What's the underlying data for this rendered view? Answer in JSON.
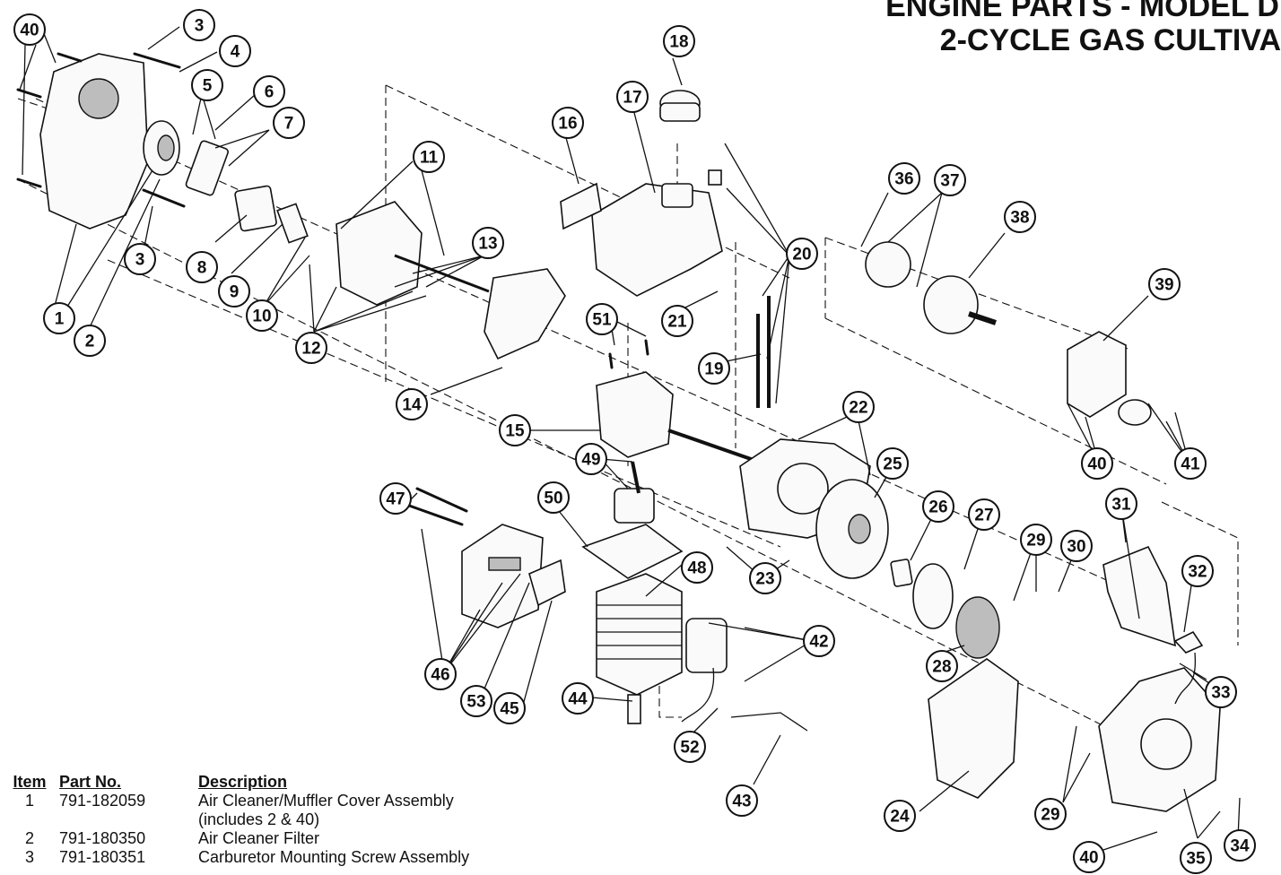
{
  "title": {
    "line1": "ENGINE PARTS - MODEL D",
    "line2": "2-CYCLE GAS CULTIVA"
  },
  "callouts": [
    "40",
    "3",
    "4",
    "5",
    "6",
    "7",
    "11",
    "18",
    "17",
    "16",
    "20",
    "36",
    "37",
    "38",
    "39",
    "1",
    "2",
    "3",
    "8",
    "9",
    "10",
    "12",
    "13",
    "21",
    "51",
    "19",
    "14",
    "15",
    "22",
    "49",
    "47",
    "50",
    "25",
    "26",
    "27",
    "29",
    "30",
    "31",
    "32",
    "40",
    "41",
    "46",
    "53",
    "45",
    "48",
    "44",
    "42",
    "52",
    "43",
    "23",
    "28",
    "33",
    "24",
    "29",
    "40",
    "35",
    "34"
  ],
  "table": {
    "headers": {
      "item": "Item",
      "part_no": "Part No.",
      "description": "Description"
    },
    "rows": [
      {
        "item": "1",
        "part_no": "791-182059",
        "description": "Air Cleaner/Muffler Cover Assembly",
        "note": "(includes 2 & 40)"
      },
      {
        "item": "2",
        "part_no": "791-180350",
        "description": "Air Cleaner Filter"
      },
      {
        "item": "3",
        "part_no": "791-180351",
        "description": "Carburetor Mounting Screw Assembly"
      }
    ]
  }
}
